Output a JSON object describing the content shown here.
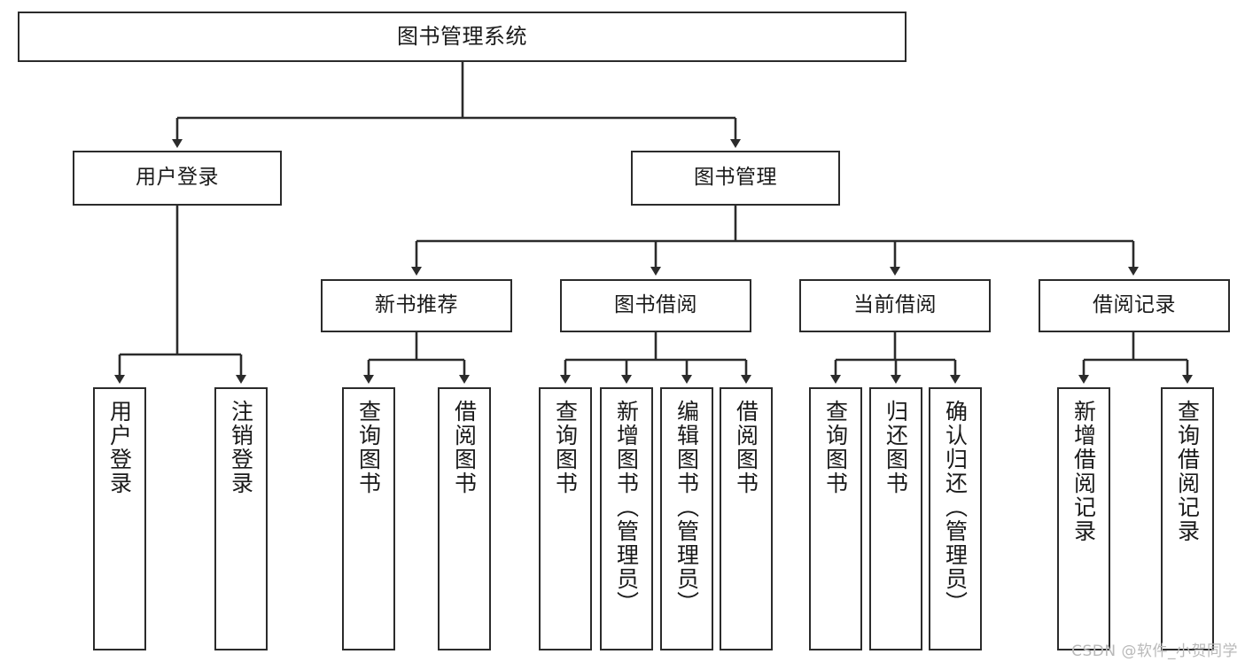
{
  "diagram": {
    "title_node": {
      "label": "图书管理系统"
    },
    "level2": [
      {
        "id": "user-login",
        "label": "用户登录"
      },
      {
        "id": "book-management",
        "label": "图书管理"
      }
    ],
    "level3": [
      {
        "id": "new-book-recommend",
        "label": "新书推荐"
      },
      {
        "id": "book-borrow",
        "label": "图书借阅"
      },
      {
        "id": "current-borrow",
        "label": "当前借阅"
      },
      {
        "id": "borrow-record",
        "label": "借阅记录"
      }
    ],
    "leaves": {
      "user_login": [
        {
          "id": "leaf-user-login",
          "label": "用户登录"
        },
        {
          "id": "leaf-logout-login",
          "label": "注销登录"
        }
      ],
      "new_book_recommend": [
        {
          "id": "leaf-query-book-1",
          "label": "查询图书"
        },
        {
          "id": "leaf-borrow-book-1",
          "label": "借阅图书"
        }
      ],
      "book_borrow": [
        {
          "id": "leaf-query-book-2",
          "label": "查询图书"
        },
        {
          "id": "leaf-add-book-admin",
          "label": "新增图书（管理员）"
        },
        {
          "id": "leaf-edit-book-admin",
          "label": "编辑图书（管理员）"
        },
        {
          "id": "leaf-borrow-book-2",
          "label": "借阅图书"
        }
      ],
      "current_borrow": [
        {
          "id": "leaf-query-book-3",
          "label": "查询图书"
        },
        {
          "id": "leaf-return-book",
          "label": "归还图书"
        },
        {
          "id": "leaf-confirm-return-admin",
          "label": "确认归还（管理员）"
        }
      ],
      "borrow_record": [
        {
          "id": "leaf-add-borrow-record",
          "label": "新增借阅记录"
        },
        {
          "id": "leaf-query-borrow-record",
          "label": "查询借阅记录"
        }
      ]
    }
  },
  "watermark": {
    "text": "CSDN @软件_小贺同学"
  },
  "colors": {
    "border": "#2b2b2b",
    "background": "#ffffff",
    "text": "#1a1a1a",
    "watermark": "#b9b9b9"
  }
}
